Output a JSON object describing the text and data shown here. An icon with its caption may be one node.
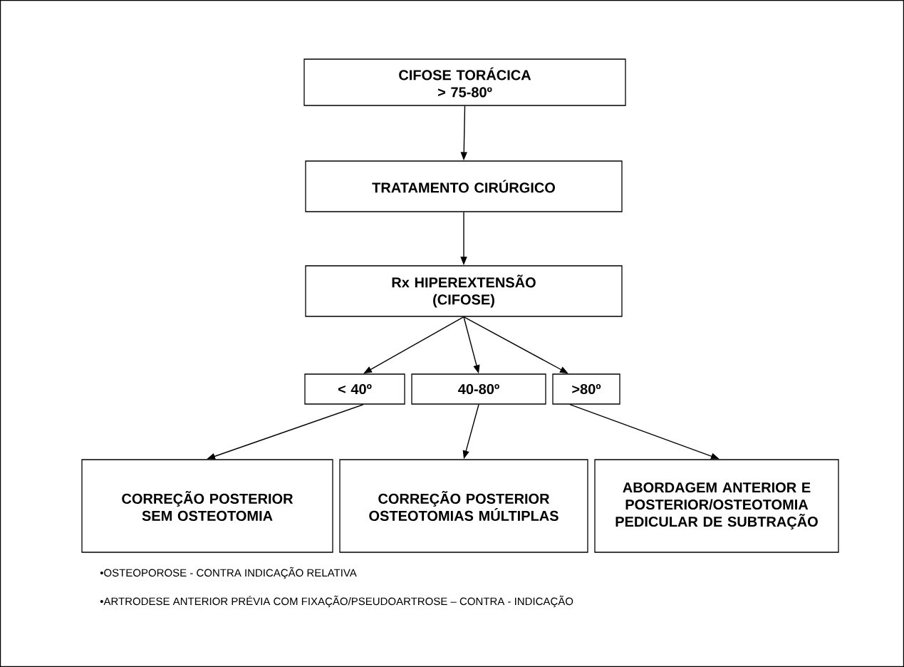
{
  "diagram": {
    "nodes": [
      {
        "text": [
          "CIFOSE TORÁCICA",
          "> 75-80º"
        ]
      },
      {
        "text": [
          "TRATAMENTO CIRÚRGICO"
        ]
      },
      {
        "text": [
          "Rx HIPEREXTENSÃO",
          "(CIFOSE)"
        ]
      },
      {
        "text": [
          "< 40º"
        ]
      },
      {
        "text": [
          "40-80º"
        ]
      },
      {
        "text": [
          ">80º"
        ]
      },
      {
        "text": [
          "CORREÇÃO POSTERIOR SEM OSTEOTOMIA"
        ]
      },
      {
        "text": [
          "CORREÇÃO POSTERIOR OSTEOTOMIAS MÚLTIPLAS"
        ]
      },
      {
        "text": [
          "ABORDAGEM ANTERIOR E POSTERIOR/OSTEOTOMIA PEDICULAR DE SUBTRAÇÃO"
        ]
      }
    ],
    "edges": [
      {
        "from": 0,
        "to": 1,
        "arrow": "to"
      },
      {
        "from": 1,
        "to": 2,
        "arrow": "to"
      },
      {
        "from": 2,
        "to": 3,
        "arrow": "to"
      },
      {
        "from": 2,
        "to": 4,
        "arrow": "to"
      },
      {
        "from": 2,
        "to": 5,
        "arrow": "to"
      },
      {
        "from": 3,
        "to": 6,
        "arrow": "to"
      },
      {
        "from": 4,
        "to": 7,
        "arrow": "to"
      },
      {
        "from": 5,
        "to": 8,
        "arrow": "to"
      }
    ],
    "labels": [
      "•OSTEOPOROSE - CONTRA INDICAÇÃO RELATIVA",
      "•ARTRODESE ANTERIOR PRÉVIA COM FIXAÇÃO/PSEUDOARTROSE – CONTRA - INDICAÇÃO"
    ]
  }
}
